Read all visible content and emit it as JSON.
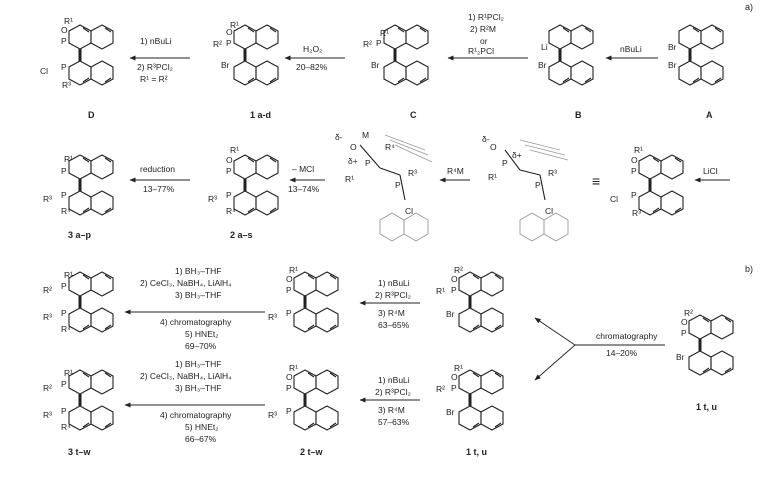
{
  "sections": {
    "a": "a)",
    "b": "b)"
  },
  "compounds": {
    "A": "A",
    "B": "B",
    "C": "C",
    "one_ad": "1 a-d",
    "D": "D",
    "two_as": "2 a–s",
    "three_ap": "3 a–p",
    "one_tu_start": "1 t, u",
    "one_tu_mid": "1 t, u",
    "two_tw": "2 t–w",
    "three_tw": "3 t–w"
  },
  "conditions": {
    "a_to_b": "nBuLi",
    "b_to_c": [
      "1) R¹PCl₂",
      "2) R²M",
      "or",
      "R¹₂PCl"
    ],
    "c_to_1": [
      "H₂O₂",
      "20–82%"
    ],
    "one_to_d": [
      "1) nBuLi",
      "2) R³PCl₂",
      "R¹ = R²"
    ],
    "licl": "LiCl",
    "r4m": "R⁴M",
    "to_2": [
      "– MCl",
      "13–74%"
    ],
    "to_3": [
      "reduction",
      "13–77%"
    ],
    "chromatography": [
      "chromatography",
      "14–20%"
    ],
    "lower_step1": [
      "1) nBuLi",
      "2) R³PCl₂",
      "3) R⁴M",
      "63–65%"
    ],
    "lower_step1b": [
      "1) nBuLi",
      "2) R³PCl₂",
      "3) R⁴M",
      "57–63%"
    ],
    "lower_step2": [
      "1) BH₃–THF",
      "2) CeCl₃, NaBH₄, LiAlH₄",
      "3) BH₃–THF",
      "4) chromatography",
      "5) HNEt₂",
      "69–70%"
    ],
    "lower_step2b": [
      "1) BH₃–THF",
      "2) CeCl₃, NaBH₄, LiAlH₄",
      "3) BH₃–THF",
      "4) chromatography",
      "5) HNEt₂",
      "66–67%"
    ]
  },
  "atoms": {
    "Br": "Br",
    "Li": "Li",
    "O": "O",
    "P": "P",
    "Cl": "Cl",
    "R1": "R¹",
    "R2": "R²",
    "R3": "R³",
    "R4": "R⁴",
    "M": "M",
    "dplus": "δ+",
    "dminus": "δ-"
  },
  "colors": {
    "R1": "#8a2be2",
    "R2": "#1a9b2a",
    "R3": "#d01c1c",
    "R4": "#1f3fbf",
    "ink": "#222222"
  }
}
